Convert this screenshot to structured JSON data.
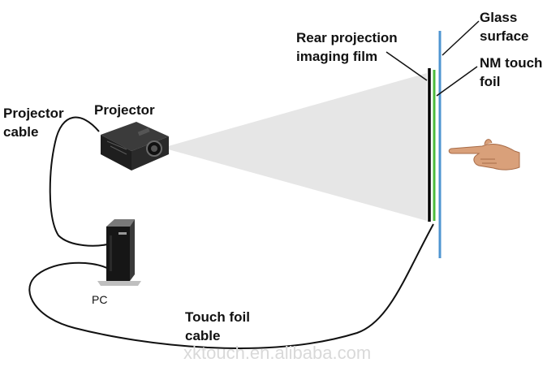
{
  "labels": {
    "glass_surface": [
      "Glass",
      "surface"
    ],
    "rear_film": [
      "Rear projection",
      "imaging film"
    ],
    "nm_touch_foil": [
      "NM touch",
      "foil"
    ],
    "projector_cable": [
      "Projector",
      "cable"
    ],
    "projector": "Projector",
    "pc": "PC",
    "touch_foil_cable": [
      "Touch foil",
      "cable"
    ]
  },
  "watermark": "xktouch.en.alibaba.com",
  "colors": {
    "glass": "#4f95d1",
    "foil": "#4cbc3c",
    "film": "#000000",
    "beam": "#e6e6e6",
    "cable": "#111111",
    "skin": "#d9a07a"
  },
  "icons": [
    "projector-icon",
    "pc-tower-icon",
    "pointing-hand-icon"
  ]
}
